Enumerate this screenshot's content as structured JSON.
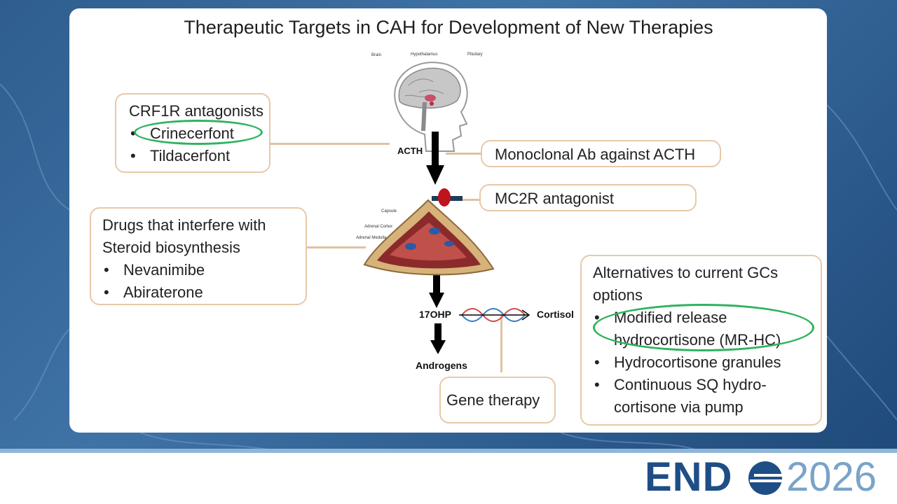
{
  "title": "Therapeutic Targets in CAH for Development of New Therapies",
  "brain_labels": {
    "brain": "Brain",
    "hypothalamus": "Hypothalamus",
    "pituitary": "Pituitary"
  },
  "adrenal_labels": {
    "capsule": "Capsule",
    "cortex": "Adrenal Cortex",
    "medulla": "Adrenal Medulla"
  },
  "pathway": {
    "acth": "ACTH",
    "ohp": "17OHP",
    "cortisol": "Cortisol",
    "androgens": "Androgens"
  },
  "crf1r_box": {
    "heading": "CRF1R antagonists",
    "items": [
      "Crinecerfont",
      "Tildacerfont"
    ]
  },
  "monoclonal_box": {
    "text": "Monoclonal Ab against ACTH"
  },
  "mc2r_box": {
    "text": "MC2R antagonist"
  },
  "steroid_box": {
    "heading_line1": "Drugs that interfere with",
    "heading_line2": "Steroid biosynthesis",
    "items": [
      "Nevanimibe",
      "Abiraterone"
    ]
  },
  "alternatives_box": {
    "heading_line1": "Alternatives to current GCs",
    "heading_line2": "options",
    "item1_line1": "Modified release",
    "item1_line2": "hydrocortisone (MR-HC)",
    "item2": "Hydrocortisone granules",
    "item3_line1": "Continuous SQ hydro-",
    "item3_line2": "cortisone via pump"
  },
  "gene_box": {
    "text": "Gene therapy"
  },
  "logo": {
    "left": "END",
    "right": "2026",
    "color": "#1f4e86"
  },
  "colors": {
    "box_border": "#e7c9a9",
    "highlight": "#2fb35f",
    "background": "#2f5d8f"
  }
}
